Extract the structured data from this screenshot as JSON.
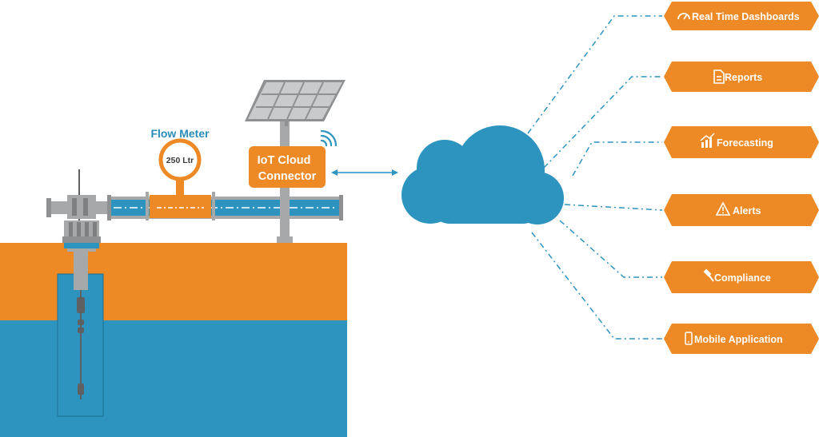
{
  "flow_meter": {
    "title": "Flow Meter",
    "reading": "250 Ltr"
  },
  "connector": {
    "line1": "IoT Cloud",
    "line2": "Connector"
  },
  "outputs": [
    {
      "label": "Real Time Dashboards",
      "icon": "gauge-icon"
    },
    {
      "label": "Reports",
      "icon": "document-icon"
    },
    {
      "label": "Forecasting",
      "icon": "trend-chart-icon"
    },
    {
      "label": "Alerts",
      "icon": "warning-icon"
    },
    {
      "label": "Compliance",
      "icon": "gavel-icon"
    },
    {
      "label": "Mobile Application",
      "icon": "phone-icon"
    }
  ],
  "colors": {
    "orange": "#EE8A26",
    "blue": "#2D93BF",
    "blue_label": "#2A8DB9",
    "gray": "#A6A8AA",
    "dark_gray": "#5F6062",
    "white": "#FFFFFF"
  }
}
